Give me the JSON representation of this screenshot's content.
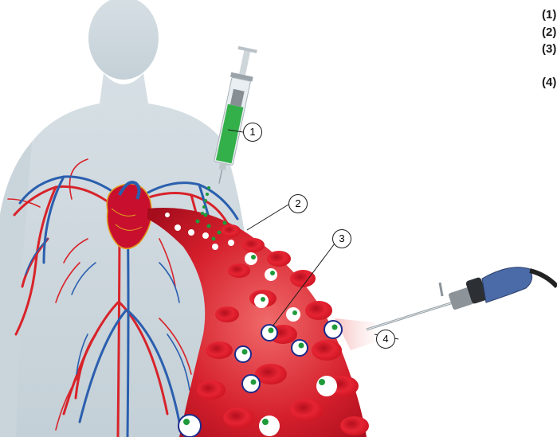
{
  "legend": [
    {
      "label": "(1)"
    },
    {
      "label": "(2)"
    },
    {
      "label": "(3)"
    },
    {
      "label": "(4)"
    }
  ],
  "callouts": [
    {
      "label": "1"
    },
    {
      "label": "2"
    },
    {
      "label": "3"
    },
    {
      "label": "4"
    }
  ],
  "colors": {
    "body_silhouette": "#cfd9df",
    "artery": "#d8232a",
    "vein": "#2b5fae",
    "blood_vessel": "#c8102e",
    "red_cell": "#e21b2b",
    "tracer": "#1f9a3a",
    "syringe_fluid": "#34b04a",
    "endoscope": "#4a6aa8"
  },
  "icons": [
    "syringe-icon",
    "heart-icon",
    "endoscope-icon"
  ]
}
